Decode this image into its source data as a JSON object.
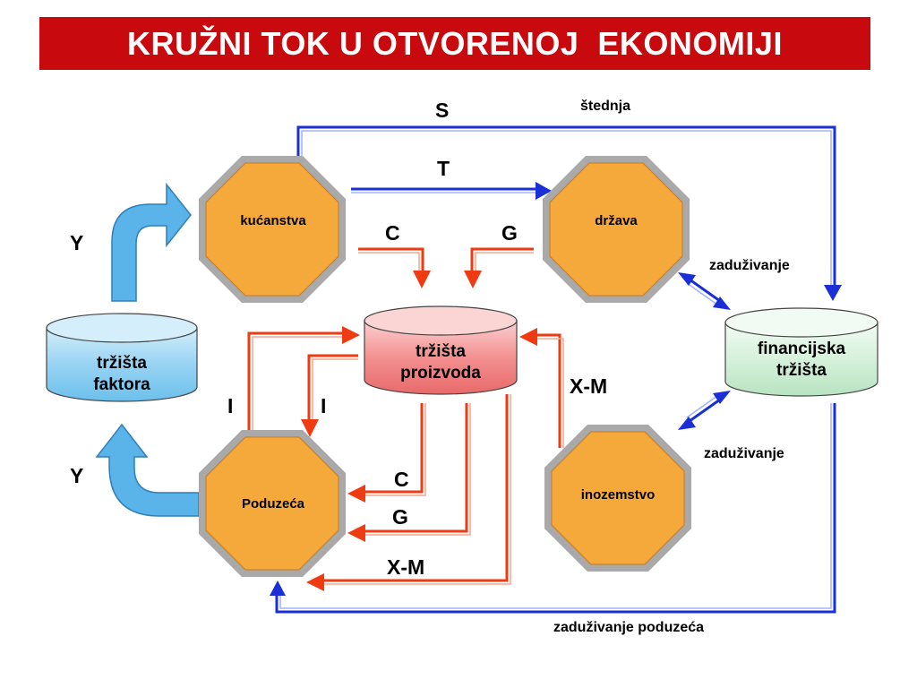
{
  "title": "KRUŽNI TOK U OTVORENOJ  EKONOMIJI",
  "nodes": {
    "households": "kućanstva",
    "government": "država",
    "firms": "Poduzeća",
    "foreign": "inozemstvo",
    "factor_market": [
      "tržišta",
      "faktora"
    ],
    "product_market": [
      "tržišta",
      "proizvoda"
    ],
    "financial_market": [
      "financijska",
      "tržišta"
    ]
  },
  "flows": {
    "S": "S",
    "savings": "štednja",
    "T": "T",
    "C_top": "C",
    "G_top": "G",
    "borrowing_gov": "zaduživanje",
    "Y_top": "Y",
    "I_left": "I",
    "I_right": "I",
    "X_M_right": "X-M",
    "borrowing_foreign": "zaduživanje",
    "Y_bottom": "Y",
    "C_bottom": "C",
    "G_bottom": "G",
    "X_M_bottom": "X-M",
    "borrowing_firms": "zaduživanje poduzeća"
  },
  "colors": {
    "title_bg": "#c8090e",
    "octagon_fill": "#f6a93b",
    "blue_flow": "#1a2fd6",
    "red_flow": "#ee3b12",
    "product_market_fill": "#f08080",
    "factor_market_fill": "#8fd0f2",
    "financial_market_fill": "#c9ecd0",
    "curved_arrow_fill": "#5ab3e9"
  }
}
